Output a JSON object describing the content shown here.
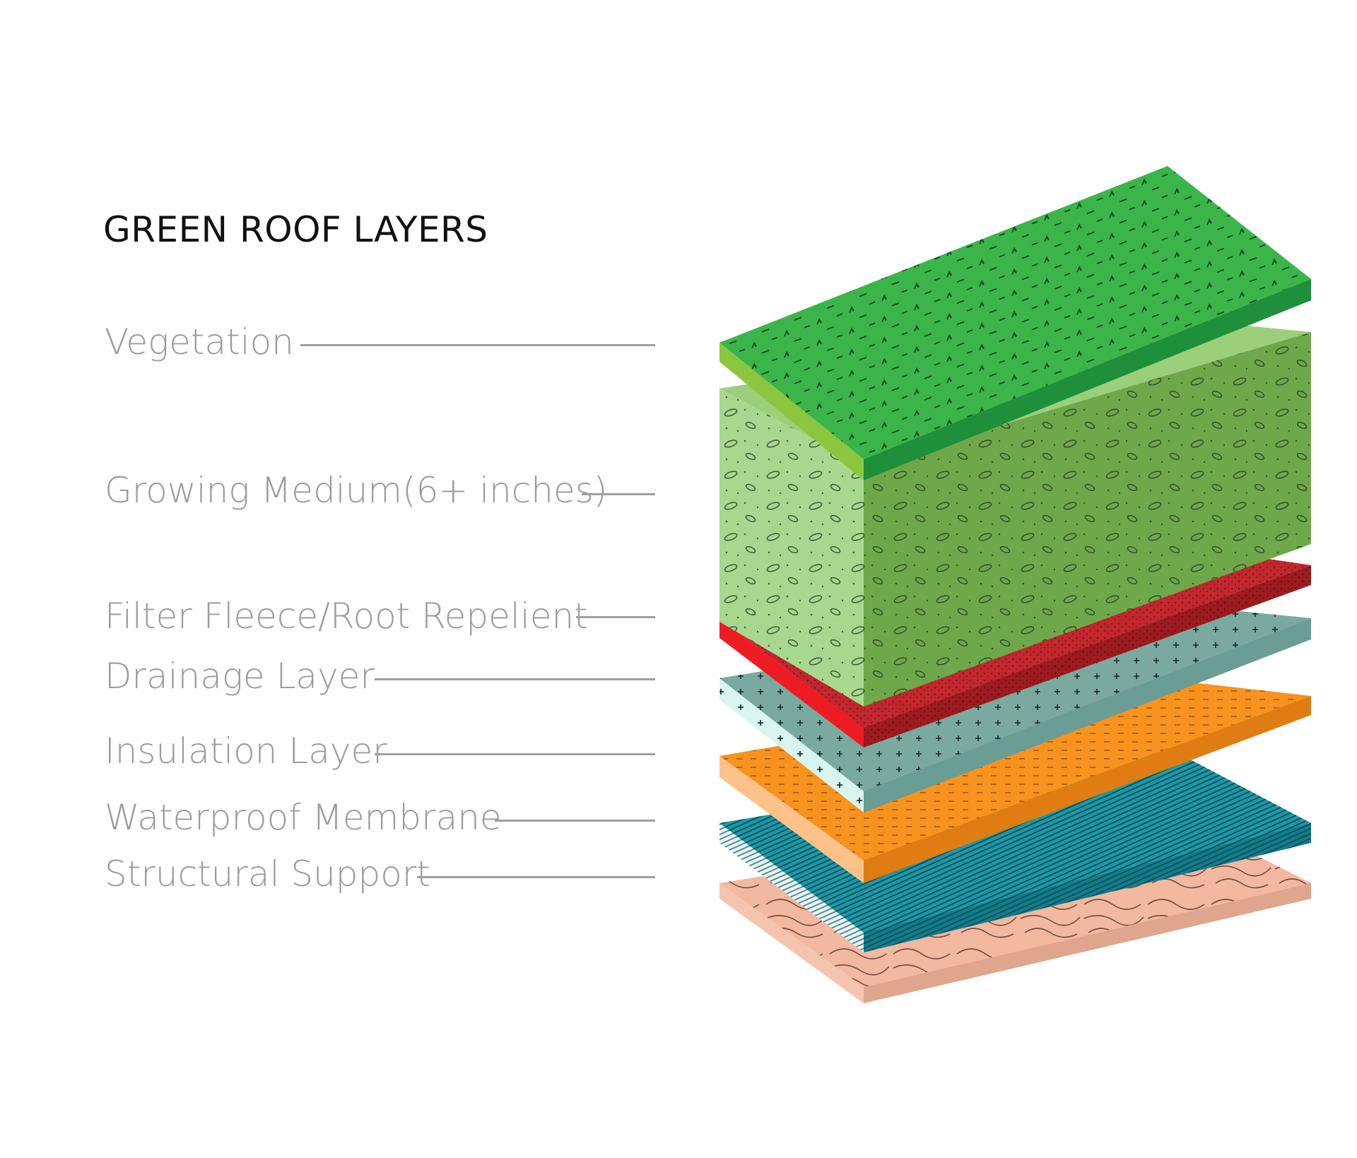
{
  "title": "GREEN ROOF LAYERS",
  "layers": [
    {
      "label": "Vegetation",
      "top_color": "#3bb54a",
      "left_color": "#8cc63f",
      "right_color": "#1e8f3a"
    },
    {
      "label": "Growing Medium(6+ inches)",
      "top_color": "#9ccf7a",
      "left_color": "#a8d890",
      "right_color": "#6ea84a"
    },
    {
      "label": "Filter Fleece/Root Repelient",
      "top_color": "#c1272d",
      "left_color": "#ed1c24",
      "right_color": "#9e1b20"
    },
    {
      "label": "Drainage Layer",
      "top_color": "#7aa9a0",
      "left_color": "#d9f5ef",
      "right_color": "#6a9d94"
    },
    {
      "label": "Insulation Layer",
      "top_color": "#f7931e",
      "left_color": "#fcc28a",
      "right_color": "#e07d12"
    },
    {
      "label": "Waterproof Membrane",
      "top_color": "#1b9aaa",
      "left_color": "#1b9aaa",
      "right_color": "#117e8c"
    },
    {
      "label": "Structural Support",
      "top_color": "#f2b8a0",
      "left_color": "#f4c4ae",
      "right_color": "#e0a58d"
    }
  ]
}
